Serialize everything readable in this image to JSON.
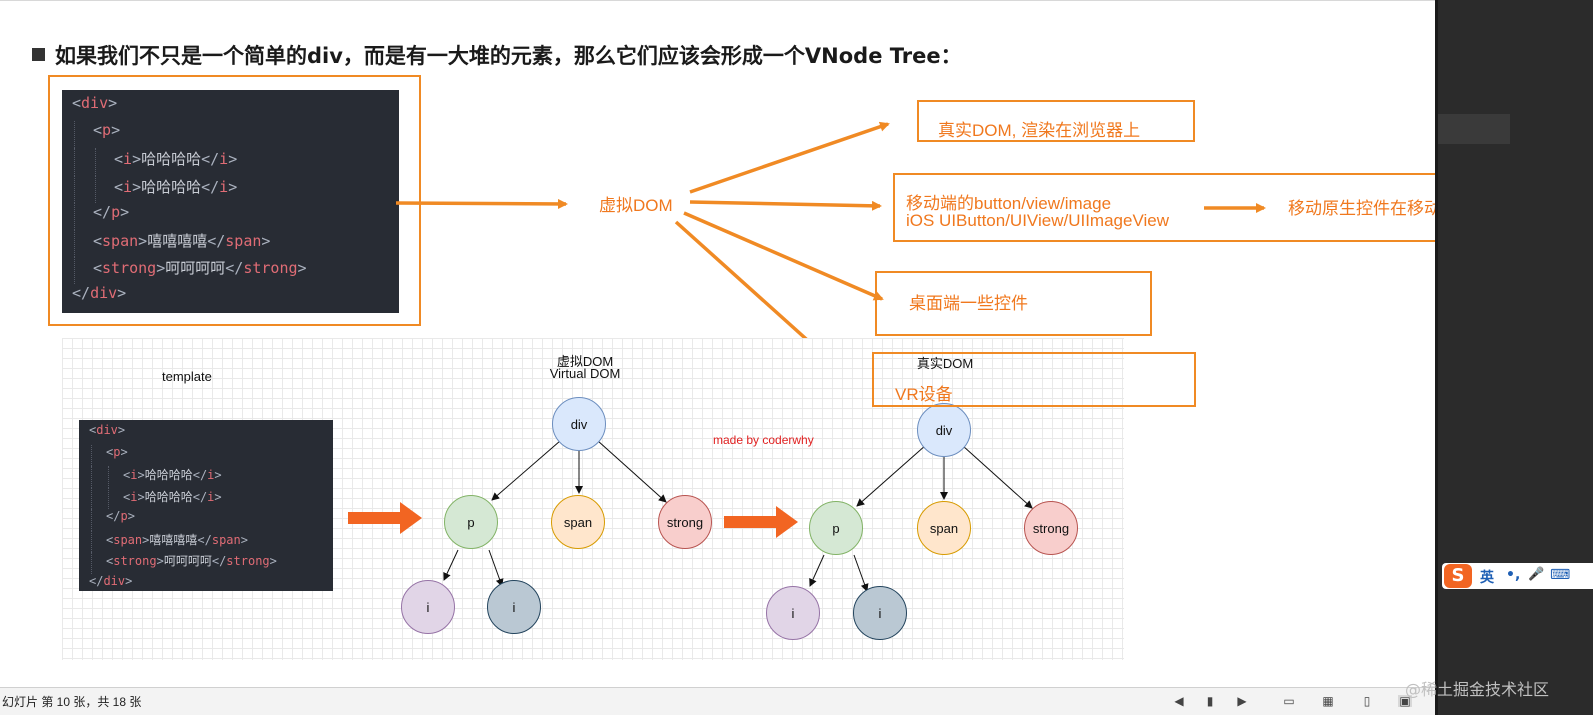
{
  "heading": "如果我们不只是一个简单的div，而是有一大堆的元素，那么它们应该会形成一个VNode Tree：",
  "code_big": {
    "lines": [
      {
        "indent": 0,
        "open": "div",
        "text": "",
        "close": ""
      },
      {
        "indent": 1,
        "open": "p",
        "text": "",
        "close": ""
      },
      {
        "indent": 2,
        "open": "i",
        "text": "哈哈哈哈",
        "close": "i"
      },
      {
        "indent": 2,
        "open": "i",
        "text": "哈哈哈哈",
        "close": "i"
      },
      {
        "indent": 1,
        "open": "",
        "text": "",
        "close": "p"
      },
      {
        "indent": 1,
        "open": "span",
        "text": "嘻嘻嘻嘻",
        "close": "span"
      },
      {
        "indent": 1,
        "open": "strong",
        "text": "呵呵呵呵",
        "close": "strong"
      },
      {
        "indent": 0,
        "open": "",
        "text": "",
        "close": "div"
      }
    ]
  },
  "code_small": {
    "lines": [
      {
        "indent": 0,
        "open": "div",
        "text": "",
        "close": ""
      },
      {
        "indent": 1,
        "open": "p",
        "text": "",
        "close": ""
      },
      {
        "indent": 2,
        "open": "i",
        "text": "哈哈哈哈",
        "close": "i"
      },
      {
        "indent": 2,
        "open": "i",
        "text": "哈哈哈哈",
        "close": "i"
      },
      {
        "indent": 1,
        "open": "",
        "text": "",
        "close": "p"
      },
      {
        "indent": 1,
        "open": "span",
        "text": "嘻嘻嘻嘻",
        "close": "span"
      },
      {
        "indent": 1,
        "open": "strong",
        "text": "呵呵呵呵",
        "close": "strong"
      },
      {
        "indent": 0,
        "open": "",
        "text": "",
        "close": "div"
      }
    ]
  },
  "flow": {
    "vdom_label": "虚拟DOM",
    "target_real_dom": "真实DOM, 渲染在浏览器上",
    "target_mobile_line1": "移动端的button/view/image",
    "target_mobile_line2": "iOS UIButton/UIView/UIImageView",
    "target_mobile_native": "移动原生控件在移动端显示出来",
    "target_desktop": "桌面端一些控件",
    "target_vr": "VR设备"
  },
  "diagram": {
    "template_label": "template",
    "vdom_title_line1": "虚拟DOM",
    "vdom_title_line2": "Virtual DOM",
    "real_dom_title": "真实DOM",
    "credit": "made by coderwhy",
    "nodes": {
      "div": "div",
      "p": "p",
      "span": "span",
      "strong": "strong",
      "i": "i"
    },
    "colors": {
      "div_fill": "#dae8fc",
      "div_stroke": "#6c8ebf",
      "p_fill": "#d5e8d4",
      "p_stroke": "#82b366",
      "span_fill": "#ffe6cc",
      "span_stroke": "#d79b00",
      "strong_fill": "#f8cecc",
      "strong_stroke": "#b85450",
      "i1_fill": "#e1d5e7",
      "i1_stroke": "#9673a6",
      "i2_fill": "#bac8d3",
      "i2_stroke": "#23445d",
      "arrow": "#f26522",
      "credit": "#e02020"
    }
  },
  "statusbar": {
    "slide_info": "幻灯片 第 10 张，共 18 张"
  },
  "ime": {
    "logo": "S",
    "lang": "英",
    "punct": "•,",
    "mic": "🎤",
    "keyboard": "⌨"
  },
  "watermark": "@稀土掘金技术社区",
  "accent": "#f08a24"
}
